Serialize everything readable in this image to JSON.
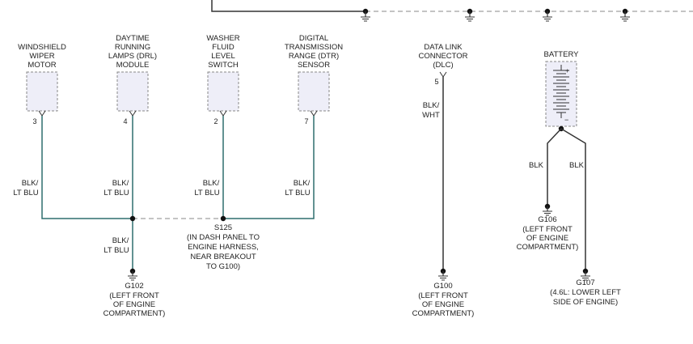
{
  "colors": {
    "wire_teal": "#2e6e6e",
    "wire_black": "#333333",
    "dashed": "#b0b0b0",
    "component_fill": "#eeeef8",
    "component_border": "#888888",
    "text": "#222222"
  },
  "components": {
    "wiper_motor": {
      "label": [
        "WINDSHIELD",
        "WIPER",
        "MOTOR"
      ],
      "pin": "3"
    },
    "drl_module": {
      "label": [
        "DAYTIME",
        "RUNNING",
        "LAMPS (DRL)",
        "MODULE"
      ],
      "pin": "4"
    },
    "washer_switch": {
      "label": [
        "WASHER",
        "FLUID",
        "LEVEL",
        "SWITCH"
      ],
      "pin": "2"
    },
    "dtr_sensor": {
      "label": [
        "DIGITAL",
        "TRANSMISSION",
        "RANGE (DTR)",
        "SENSOR"
      ],
      "pin": "7"
    },
    "dlc": {
      "label": [
        "DATA LINK",
        "CONNECTOR",
        "(DLC)"
      ],
      "pin": "5"
    },
    "battery": {
      "label": [
        "BATTERY"
      ],
      "plus": "+",
      "minus": "−"
    }
  },
  "wires": {
    "wiper": [
      "BLK/",
      "LT BLU"
    ],
    "drl": [
      "BLK/",
      "LT BLU"
    ],
    "washer": [
      "BLK/",
      "LT BLU"
    ],
    "dtr": [
      "BLK/",
      "LT BLU"
    ],
    "g102": [
      "BLK/",
      "LT BLU"
    ],
    "dlc": [
      "BLK/",
      "WHT"
    ],
    "batt_g106": [
      "BLK"
    ],
    "batt_g107": [
      "BLK"
    ]
  },
  "splice": {
    "label": [
      "S125",
      "(IN DASH PANEL TO",
      "ENGINE HARNESS,",
      "NEAR BREAKOUT",
      "TO G100)"
    ]
  },
  "grounds": {
    "g102": [
      "G102",
      "(LEFT FRONT",
      "OF ENGINE",
      "COMPARTMENT)"
    ],
    "g100": [
      "G100",
      "(LEFT FRONT",
      "OF ENGINE",
      "COMPARTMENT)"
    ],
    "g106": [
      "G106",
      "(LEFT FRONT",
      "OF ENGINE",
      "COMPARTMENT)"
    ],
    "g107": [
      "G107",
      "(4.6L: LOWER LEFT",
      "SIDE OF ENGINE)"
    ]
  }
}
